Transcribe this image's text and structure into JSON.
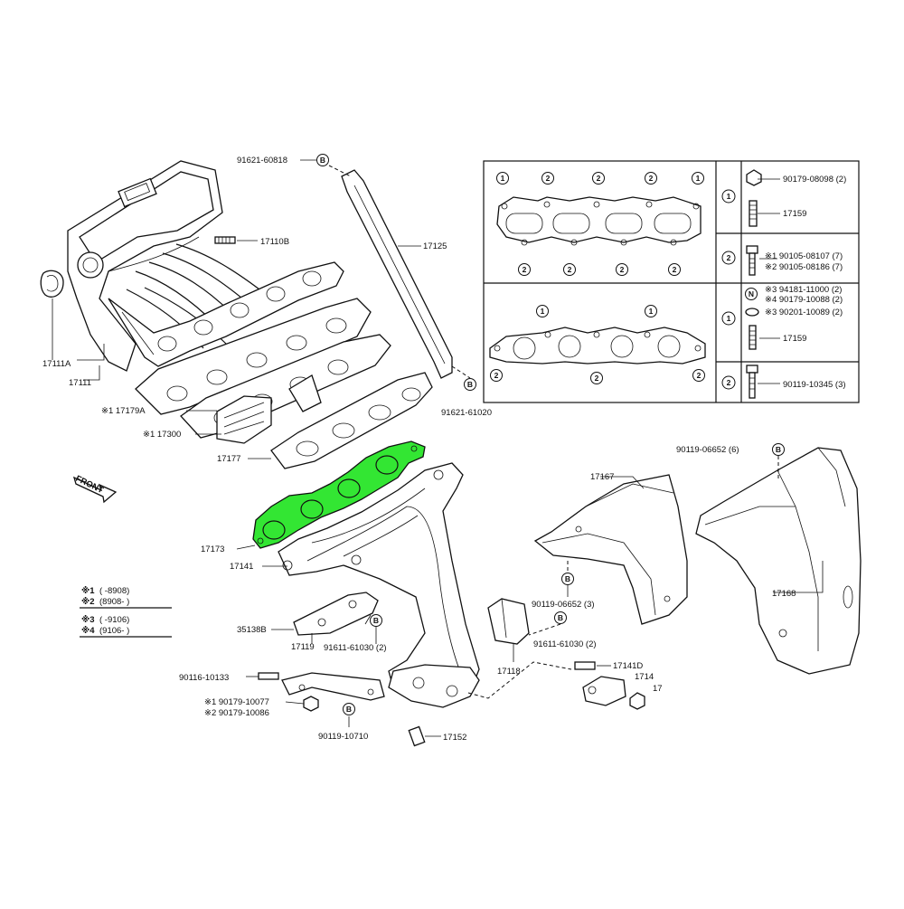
{
  "colors": {
    "highlight": "#33e633",
    "line": "#111111",
    "background": "#ffffff"
  },
  "callouts": {
    "p91621_60818": "91621-60818",
    "p17110B": "17110B",
    "p17125": "17125",
    "p91621_61020": "91621-61020",
    "p17111A": "17111A",
    "p17111": "17111",
    "p17179A": "※1 17179A",
    "p17300": "※1 17300",
    "p17177": "17177",
    "p17173": "17173",
    "p17141": "17141",
    "p17167": "17167",
    "p17168": "17168",
    "p90119_06652_6": "90119-06652 (6)",
    "p90119_06652_3": "90119-06652 (3)",
    "p91611_61030_a": "91611-61030 (2)",
    "p91611_61030_b": "91611-61030 (2)",
    "p17118": "17118",
    "p35138B": "35138B",
    "p17119": "17119",
    "p90116_10133": "90116-10133",
    "p90179_10077": "※1 90179-10077",
    "p90179_10086": "※2 90179-10086",
    "p90119_10710": "90119-10710",
    "p17152": "17152",
    "p17141D": "17141D",
    "p1714x": "1714",
    "p17x": "17",
    "front": "FRONT",
    "b_marker": "B"
  },
  "legend": [
    {
      "mark": "※1",
      "range": "(      -8908)"
    },
    {
      "mark": "※2",
      "range": "(8908-      )"
    },
    {
      "mark": "※3",
      "range": "(      -9106)"
    },
    {
      "mark": "※4",
      "range": "(9106-      )"
    }
  ],
  "gasket_table": {
    "rows": [
      {
        "number": "1",
        "items": [
          "90179-08098 (2)",
          "17159"
        ]
      },
      {
        "number": "2",
        "items": [
          "※1 90105-08107 (7)",
          "※2 90105-08186 (7)"
        ]
      },
      {
        "number": "1",
        "items": [
          "※3 94181-11000 (2)",
          "※4 90179-10088 (2)",
          "※3 90201-10089 (2)",
          "17159"
        ]
      },
      {
        "number": "2",
        "items": [
          "90119-10345 (3)"
        ]
      }
    ],
    "marks": [
      "1",
      "2",
      "N"
    ]
  }
}
